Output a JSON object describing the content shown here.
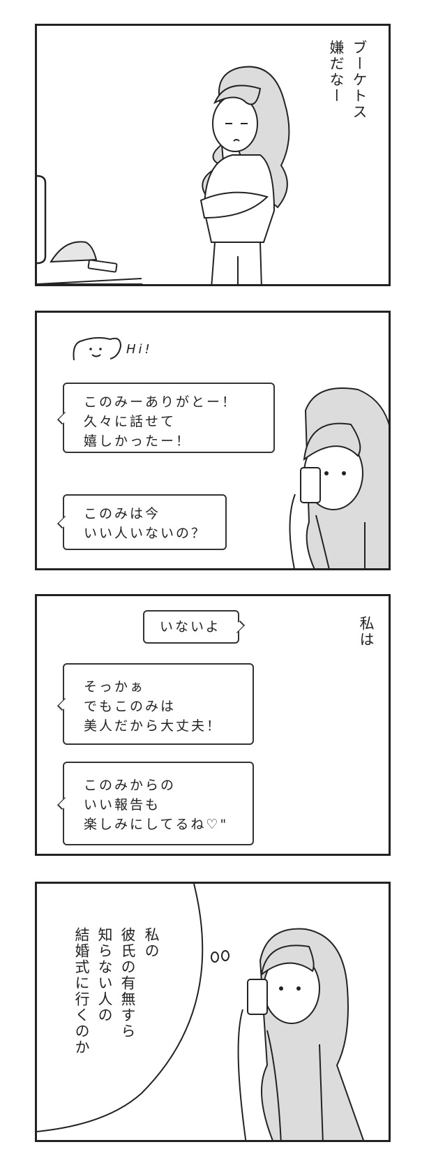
{
  "panels": [
    {
      "caption_lines": [
        "ブーケトス",
        "嫌だなー"
      ]
    },
    {
      "greeting": "Hi!",
      "messages": [
        {
          "lines": [
            "このみーありがとー！",
            "久々に話せて",
            "嬉しかったー！"
          ]
        },
        {
          "lines": [
            "このみは今",
            "いい人いないの？"
          ]
        }
      ]
    },
    {
      "caption_lines": [
        "私は"
      ],
      "reply": "いないよ",
      "messages": [
        {
          "lines": [
            "そっかぁ",
            "でもこのみは",
            "美人だから大丈夫！"
          ]
        },
        {
          "lines": [
            "このみからの",
            "いい報告も",
            "楽しみにしてるね♡\""
          ]
        }
      ]
    },
    {
      "thought_lines": [
        "私の",
        "彼氏の有無すら",
        "知らない人の",
        "結婚式に行くのか"
      ]
    }
  ]
}
